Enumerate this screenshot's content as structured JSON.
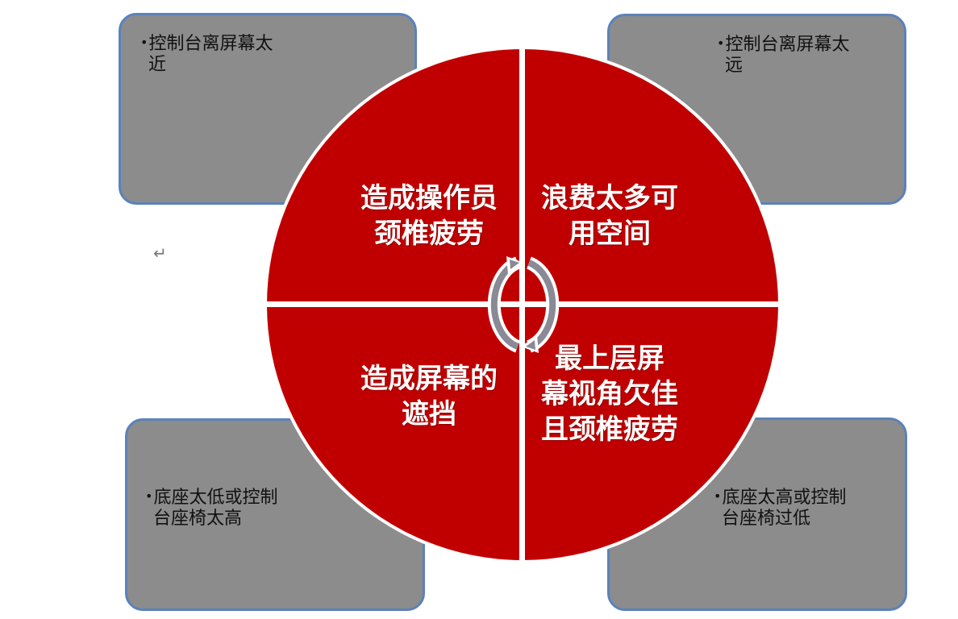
{
  "diagram": {
    "type": "quadrant-cycle",
    "colors": {
      "circle_fill": "#c00000",
      "divider": "#ffffff",
      "box_fill": "#8c8c8c",
      "box_border": "#5a82ba",
      "box_text": "#111111",
      "quadrant_text": "#ffffff",
      "cycle_arrow_fill": "#8a8a96"
    },
    "center_icon": "cycle-arrows-icon",
    "quadrants": [
      {
        "position": "top-left",
        "lines": [
          "造成操作员",
          "颈椎疲劳"
        ]
      },
      {
        "position": "top-right",
        "lines": [
          "浪费太多可",
          "用空间"
        ]
      },
      {
        "position": "bottom-left",
        "lines": [
          "造成屏幕的",
          "遮挡"
        ]
      },
      {
        "position": "bottom-right",
        "lines": [
          "最上层屏",
          "幕视角欠佳",
          "且颈椎疲劳"
        ]
      }
    ],
    "boxes": [
      {
        "position": "top-left",
        "bullet": "•",
        "lines": [
          "控制台离屏幕太",
          "近"
        ]
      },
      {
        "position": "top-right",
        "bullet": "•",
        "lines": [
          "控制台离屏幕太",
          "远"
        ]
      },
      {
        "position": "bottom-left",
        "bullet": "•",
        "lines": [
          "底座太低或控制",
          "台座椅太高"
        ]
      },
      {
        "position": "bottom-right",
        "bullet": "•",
        "lines": [
          "底座太高或控制",
          "台座椅过低"
        ]
      }
    ],
    "paragraph_mark": "↵"
  }
}
